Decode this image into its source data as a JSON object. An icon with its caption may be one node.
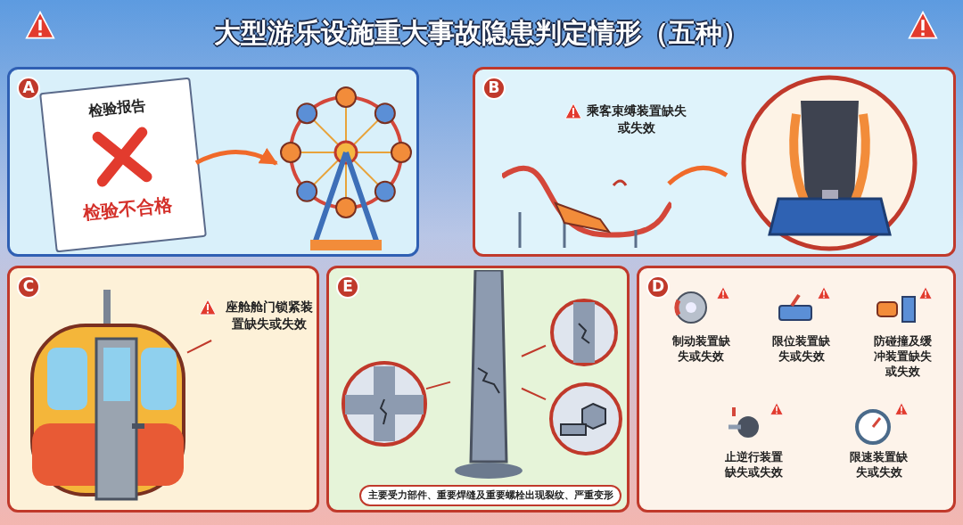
{
  "diagram": {
    "title": "大型游乐设施重大事故隐患判定情形（五种）",
    "nodes": [
      {
        "text": [
          "A"
        ]
      },
      {
        "text": [
          "检验报告",
          "检验不合格"
        ],
        "in": 0
      },
      {
        "text": [],
        "shape": "picture",
        "in": 0
      },
      {
        "text": [
          "B"
        ]
      },
      {
        "text": [
          "乘客束缚装置缺失或失效"
        ],
        "in": 3
      },
      {
        "text": [],
        "shape": "picture",
        "in": 3
      },
      {
        "text": [],
        "shape": "picture",
        "in": 3
      },
      {
        "text": [
          "C"
        ]
      },
      {
        "text": [
          "座舱舱门锁紧装置缺失或失效"
        ],
        "in": 7
      },
      {
        "text": [],
        "shape": "picture",
        "in": 7
      },
      {
        "text": [
          "E",
          "主要受力部件、重要焊缝及重要螺栓出现裂纹、严重变形"
        ]
      },
      {
        "text": [],
        "shape": "picture",
        "in": 10
      },
      {
        "text": [],
        "shape": "picture",
        "in": 10
      },
      {
        "text": [],
        "shape": "picture",
        "in": 10
      },
      {
        "text": [],
        "shape": "picture",
        "in": 10
      },
      {
        "text": [
          "D"
        ]
      },
      {
        "text": [
          "制动装置缺失或失效"
        ],
        "in": 15
      },
      {
        "text": [
          "限位装置缺失或失效"
        ],
        "in": 15
      },
      {
        "text": [
          "防碰撞及缓冲装置缺失或失效"
        ],
        "in": 15
      },
      {
        "text": [
          "止逆行装置缺失或失效"
        ],
        "in": 15
      },
      {
        "text": [
          "限速装置缺失或失效"
        ],
        "in": 15
      }
    ],
    "edges": [
      {
        "from": 1,
        "to": 2,
        "arrow": "to",
        "style": "thick",
        "color": "#f06a2a"
      },
      {
        "from": 5,
        "to": 6,
        "arrow": "none",
        "style": "thick",
        "color": "#f06a2a"
      },
      {
        "from": 8,
        "to": 9,
        "arrow": "none"
      },
      {
        "from": 11,
        "to": 12,
        "arrow": "none"
      },
      {
        "from": 11,
        "to": 13,
        "arrow": "none"
      },
      {
        "from": 11,
        "to": 14,
        "arrow": "none"
      }
    ]
  }
}
